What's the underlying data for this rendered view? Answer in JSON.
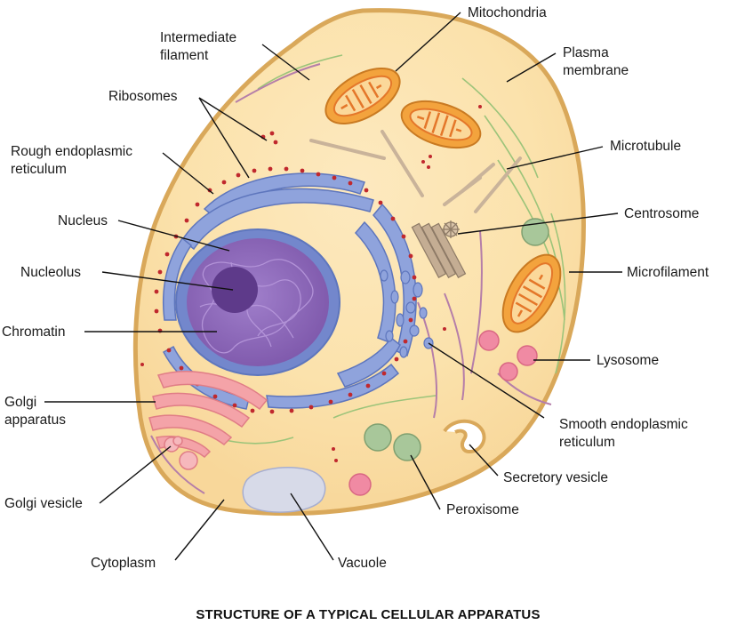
{
  "labels": {
    "mitochondria": "Mitochondria",
    "intermediate_filament_1": "Intermediate",
    "intermediate_filament_2": "filament",
    "plasma_membrane_1": "Plasma",
    "plasma_membrane_2": "membrane",
    "ribosomes": "Ribosomes",
    "rough_er_1": "Rough endoplasmic",
    "rough_er_2": "reticulum",
    "microtubule": "Microtubule",
    "centrosome": "Centrosome",
    "nucleus": "Nucleus",
    "microfilament": "Microfilament",
    "nucleolus": "Nucleolus",
    "chromatin": "Chromatin",
    "lysosome": "Lysosome",
    "golgi_apparatus_1": "Golgi",
    "golgi_apparatus_2": "apparatus",
    "smooth_er_1": "Smooth endoplasmic",
    "smooth_er_2": "reticulum",
    "secretory_vesicle": "Secretory vesicle",
    "golgi_vesicle": "Golgi vesicle",
    "peroxisome": "Peroxisome",
    "cytoplasm": "Cytoplasm",
    "vacuole": "Vacuole"
  },
  "caption": "STRUCTURE OF A TYPICAL CELLULAR APPARATUS",
  "colors": {
    "cytoplasm": "#fbe3b0",
    "membrane": "#d9a85a",
    "nucleus": "#8d66b8",
    "nuclear_envelope": "#6f86c8",
    "er": "#8fa3dc",
    "ribosome": "#c0282d",
    "mitochondria_outer": "#f3a33d",
    "mitochondria_inner": "#e4772a",
    "golgi": "#f4a3a8",
    "lysosome": "#f08aa3",
    "peroxisome": "#a8c79a",
    "vacuole": "#d7dae8",
    "microfilament": "#9cc47a",
    "intermediate_filament": "#b57ea9",
    "microtubule": "#c9b39a"
  }
}
